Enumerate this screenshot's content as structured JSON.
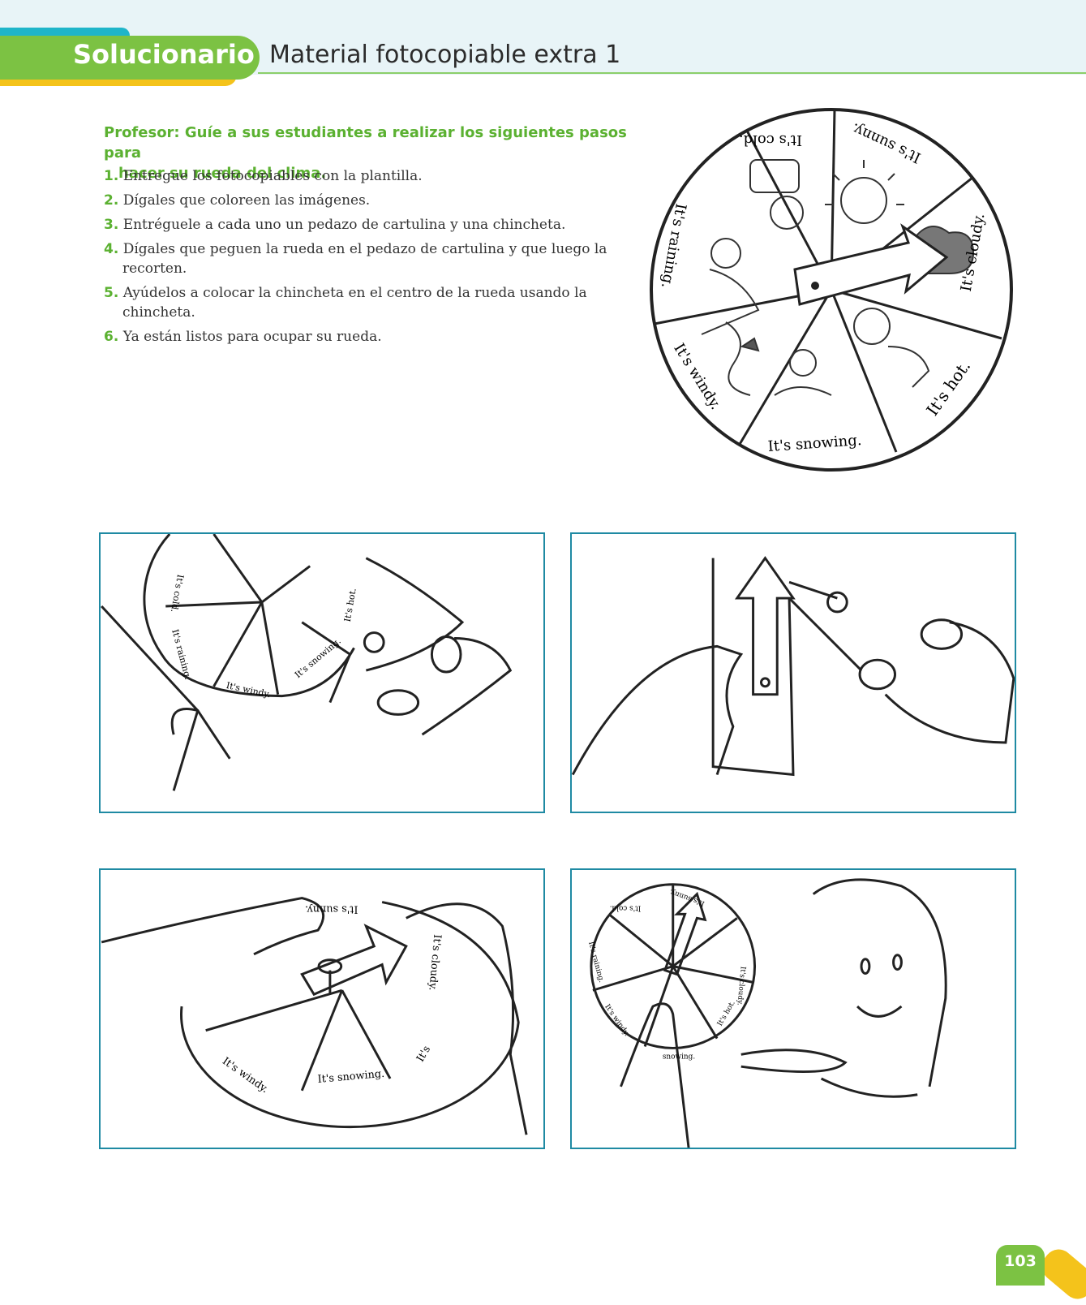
{
  "header": {
    "section_label": "Solucionario",
    "title": "Material fotocopiable extra 1"
  },
  "instructions": {
    "intro_line1": "Profesor: Guíe a sus estudiantes a realizar los siguientes pasos para",
    "intro_line2": "hacer su rueda del clima.",
    "steps": [
      {
        "num": "1.",
        "text": "Entregue los fotocopiables con la plantilla."
      },
      {
        "num": "2.",
        "text": "Dígales que coloreen las imágenes."
      },
      {
        "num": "3.",
        "text": "Entréguele a cada uno un pedazo de cartulina y una chincheta."
      },
      {
        "num": "4.",
        "text": "Dígales que peguen la rueda en el pedazo de cartulina y que luego la recorten."
      },
      {
        "num": "5.",
        "text": "Ayúdelos a colocar la chincheta en el centro de la rueda usando la chincheta."
      },
      {
        "num": "6.",
        "text": "Ya están listos para ocupar su rueda."
      }
    ]
  },
  "wheel": {
    "labels": {
      "cold": "It's cold.",
      "sunny": "It's sunny.",
      "cloudy": "It's cloudy.",
      "hot": "It's hot.",
      "snowing": "It's snowing.",
      "windy": "It's windy.",
      "raining": "It's raining."
    }
  },
  "panels": {
    "p1": {
      "cold": "It's cold.",
      "raining": "It's raining.",
      "windy": "It's windy.",
      "snowing": "It's snowing.",
      "hot": "It's hot."
    },
    "p3": {
      "sunny": "It's sunny.",
      "cloudy": "It's cloudy.",
      "windy": "It's windy.",
      "snowing": "It's snowing.",
      "partial": "It's"
    },
    "p4": {
      "cold": "It's cold.",
      "sunny": "It's sunny.",
      "cloudy": "It's cloudy.",
      "raining": "It's raining.",
      "windy": "It's windy.",
      "hot": "It's hot.",
      "snowing": "snowing."
    }
  },
  "footer": {
    "page_number": "103"
  },
  "colors": {
    "green": "#7cc243",
    "teal": "#1fb5c9",
    "yellow": "#f4c31b",
    "panel_border": "#1f8aa3"
  }
}
